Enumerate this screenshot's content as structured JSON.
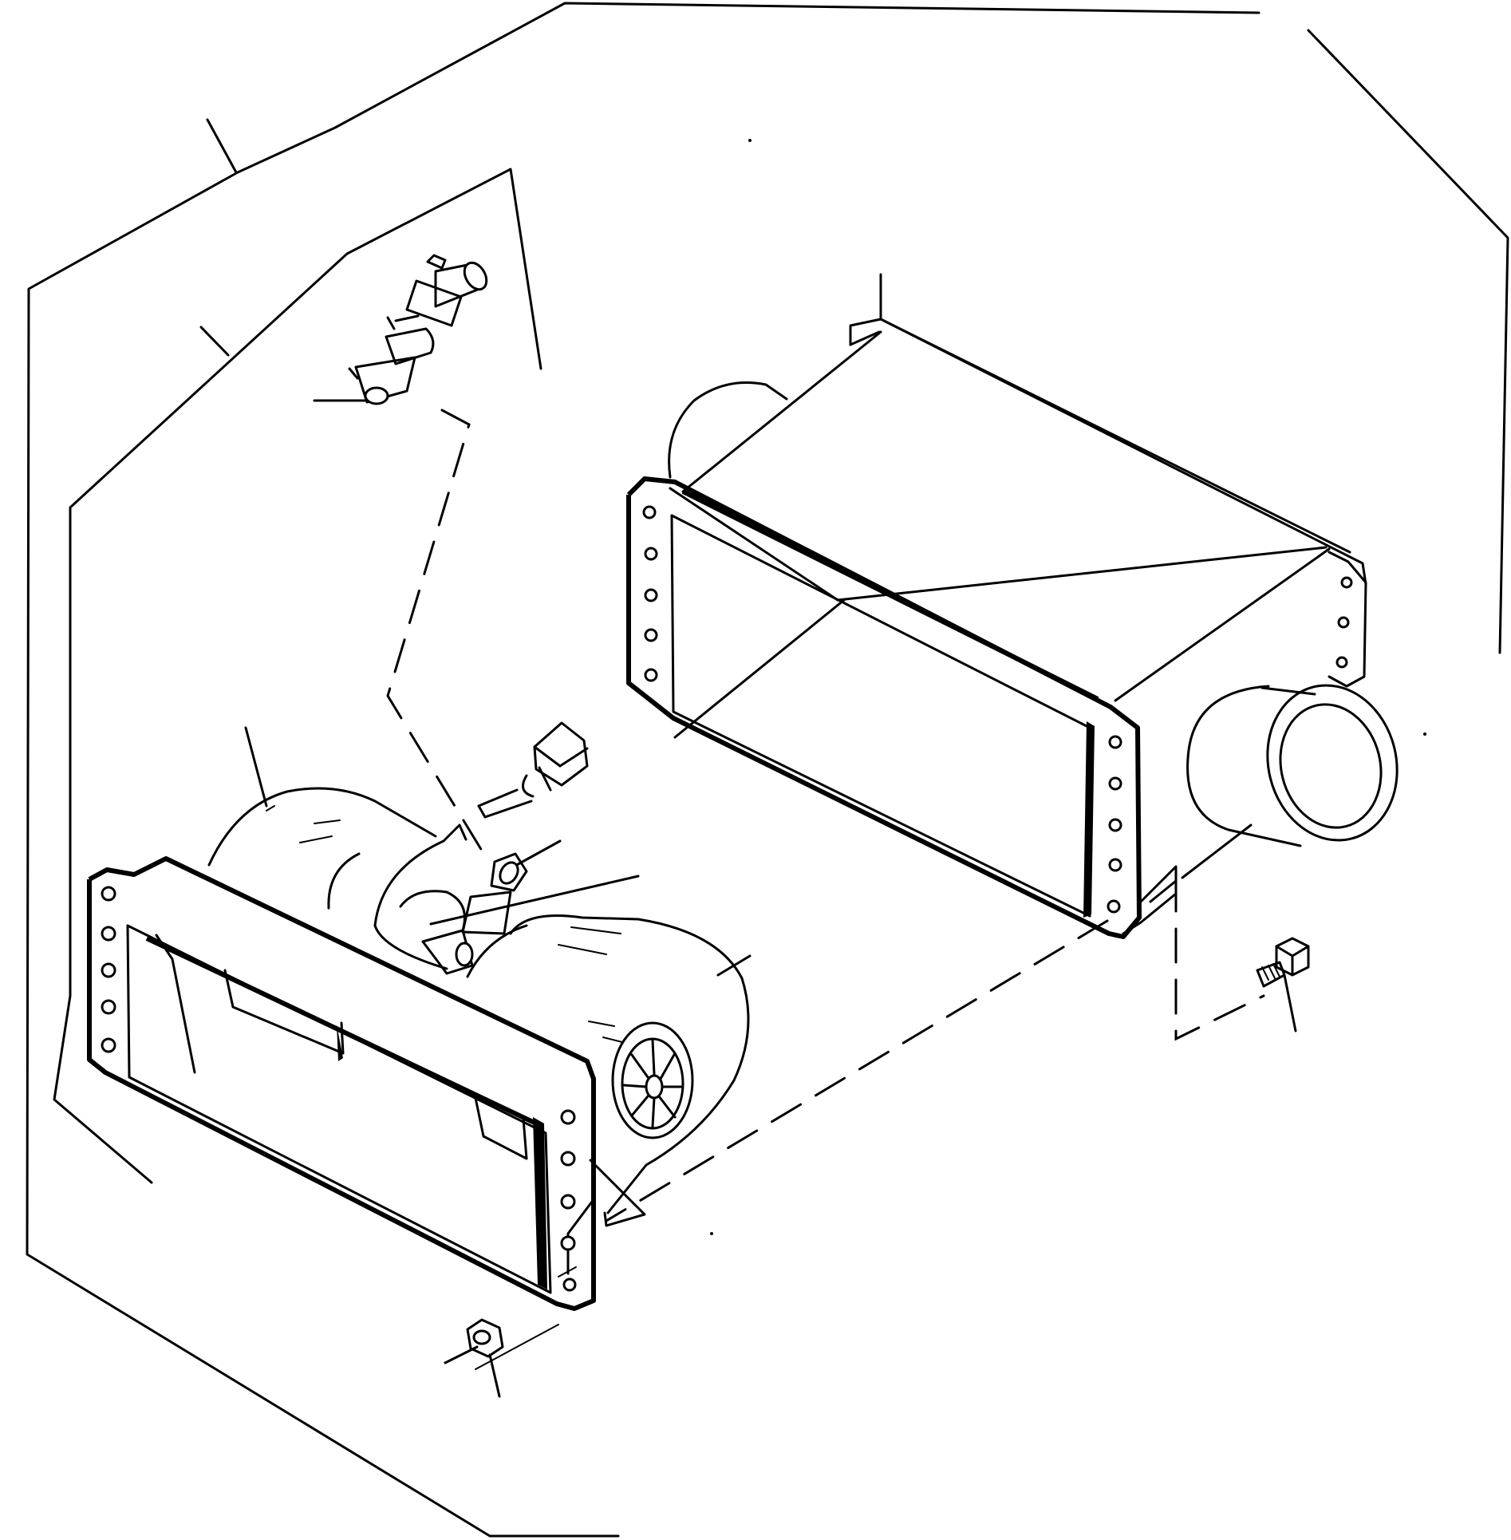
{
  "diagram": {
    "type": "exploded-parts-view",
    "assembly": "blower-heater-unit",
    "parts": [
      {
        "name": "blower-housing-assembly"
      },
      {
        "name": "heater-box-duct"
      },
      {
        "name": "resistor-switch-assembly"
      },
      {
        "name": "wire-connector"
      },
      {
        "name": "blower-motor"
      },
      {
        "name": "cap-screw"
      },
      {
        "name": "hex-nut"
      }
    ],
    "colors": {
      "line": "#000000",
      "background": "#ffffff"
    }
  }
}
